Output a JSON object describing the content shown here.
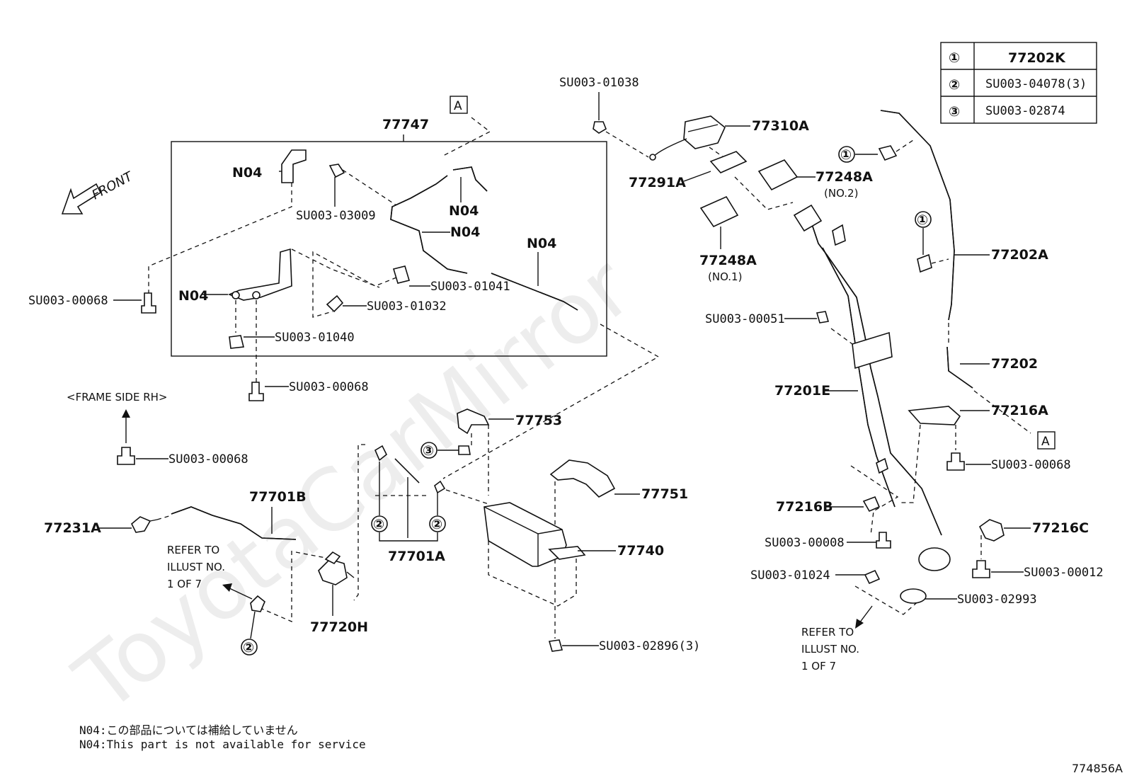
{
  "watermark": "ToyotaCarMirror",
  "figure_id": "774856A",
  "direction_label": "FRONT",
  "frame_side_label": "<FRAME SIDE RH>",
  "section_marker": "A",
  "box_label": "77747",
  "legend": [
    {
      "symbol": "①",
      "part": "77202K"
    },
    {
      "symbol": "②",
      "part": "SU003-04078(3)"
    },
    {
      "symbol": "③",
      "part": "SU003-02874"
    }
  ],
  "refer_left": [
    "REFER TO",
    "ILLUST NO.",
    "1 OF 7"
  ],
  "refer_right": [
    "REFER TO",
    "ILLUST NO.",
    "1 OF 7"
  ],
  "labels": {
    "p77747": "77747",
    "su01038": "SU003-01038",
    "p77310a": "77310A",
    "p77291a": "77291A",
    "p77248a2": "77248A",
    "no2": "(NO.2)",
    "p77248a1": "77248A",
    "no1": "(NO.1)",
    "n04_a": "N04",
    "su03009": "SU003-03009",
    "n04_b": "N04",
    "n04_c": "N04",
    "n04_d": "N04",
    "su00068_a": "SU003-00068",
    "n04_e": "N04",
    "su01041": "SU003-01041",
    "su01032": "SU003-01032",
    "su01040": "SU003-01040",
    "su00068_b": "SU003-00068",
    "su00068_c": "SU003-00068",
    "p77753": "77753",
    "p77751": "77751",
    "p77740": "77740",
    "su02896": "SU003-02896(3)",
    "p77701b": "77701B",
    "p77231a": "77231A",
    "p77701a": "77701A",
    "p77720h": "77720H",
    "su00051": "SU003-00051",
    "p77201e": "77201E",
    "p77202a": "77202A",
    "p77202": "77202",
    "p77216a": "77216A",
    "su00068_d": "SU003-00068",
    "p77216b": "77216B",
    "su00008": "SU003-00008",
    "p77216c": "77216C",
    "su01024": "SU003-01024",
    "su00012": "SU003-00012",
    "su02993": "SU003-02993"
  },
  "callouts": {
    "c1": "①",
    "c1b": "①",
    "c2a": "②",
    "c2b": "②",
    "c2c": "②",
    "c3": "③"
  },
  "notes": [
    "N04:この部品については補給していません",
    "N04:This part is not available for service"
  ]
}
